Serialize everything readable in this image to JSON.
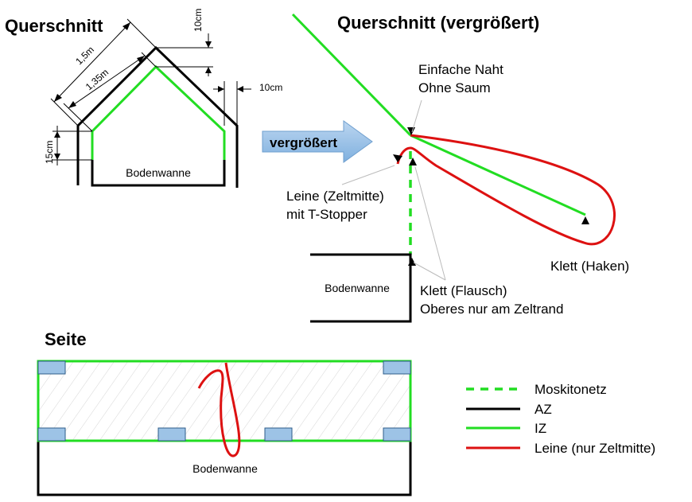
{
  "titles": {
    "cross_section": "Querschnitt",
    "cross_section_zoomed": "Querschnitt (vergrößert)",
    "side": "Seite"
  },
  "dimensions": {
    "top_gap": "10cm",
    "side_gap": "10cm",
    "outer_length": "1,5m",
    "inner_length": "1,35m",
    "bottom_gap": "15cm"
  },
  "labels": {
    "floor_small": "Bodenwanne",
    "floor_zoom": "Bodenwanne",
    "floor_side": "Bodenwanne",
    "enlarge_arrow": "vergrößert",
    "seam_line1": "Einfache Naht",
    "seam_line2": "Ohne Saum",
    "cord_line1": "Leine (Zeltmitte)",
    "cord_line2": "mit T-Stopper",
    "hook": "Klett (Haken)",
    "fleece_line1": "Klett (Flausch)",
    "fleece_line2": "Oberes nur am Zeltrand"
  },
  "legend": [
    {
      "label": "Moskitonetz",
      "style": "dashed",
      "color": "#22dd22"
    },
    {
      "label": "AZ",
      "style": "solid",
      "color": "#000000"
    },
    {
      "label": "IZ",
      "style": "solid",
      "color": "#22dd22"
    },
    {
      "label": "Leine (nur Zeltmitte)",
      "style": "solid",
      "color": "#dd1111"
    }
  ],
  "colors": {
    "outer_tent": "#000000",
    "inner_tent": "#22dd22",
    "cord": "#dd1111",
    "velcro": "#9dc3e6",
    "arrow": "#9dc3e6"
  }
}
